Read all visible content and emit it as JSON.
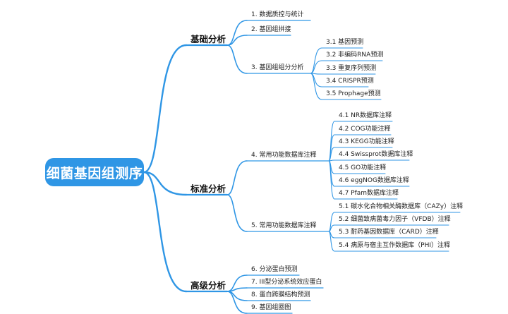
{
  "root": {
    "label": "细菌基因组测序"
  },
  "categories": [
    {
      "label": "基础分析",
      "items": [
        {
          "label": "1. 数据质控与统计"
        },
        {
          "label": "2. 基因组拼接"
        },
        {
          "label": "3. 基因组组分分析",
          "children": [
            "3.1 基因预测",
            "3.2 非编码RNA预测",
            "3.3 重复序列预测",
            "3.4 CRISPR预测",
            "3.5 Prophage预测"
          ]
        }
      ]
    },
    {
      "label": "标准分析",
      "items": [
        {
          "label": "4. 常用功能数据库注释",
          "children": [
            "4.1 NR数据库注释",
            "4.2 COG功能注释",
            "4.3 KEGG功能注释",
            "4.4 Swissprot数据库注释",
            "4.5 GO功能注释",
            "4.6 eggNOG数据库注释",
            "4.7 Pfam数据库注释"
          ]
        },
        {
          "label": "5. 常用功能数据库注释",
          "children": [
            "5.1 碳水化合物相关酶数据库（CAZy）注释",
            "5.2 细菌致病菌毒力因子（VFDB）注释",
            "5.3 耐药基因数据库（CARD）注释",
            "5.4 病原与宿主互作数据库（PHI）注释"
          ]
        }
      ]
    },
    {
      "label": "高级分析",
      "items": [
        {
          "label": "6. 分泌蛋白预测"
        },
        {
          "label": "7. III型分泌系统效应蛋白"
        },
        {
          "label": "8. 蛋白跨膜结构预测"
        },
        {
          "label": "9. 基因组圈图"
        }
      ]
    }
  ]
}
